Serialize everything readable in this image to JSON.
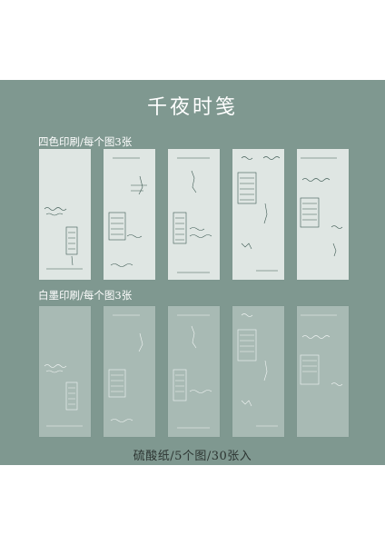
{
  "title": "千夜时笺",
  "sections": [
    {
      "label": "四色印刷/每个图3张",
      "style": "color"
    },
    {
      "label": "白墨印刷/每个图3张",
      "style": "white"
    }
  ],
  "footer": "硫酸纸/5个图/30张入",
  "colors": {
    "panel_bg": "#7f9890",
    "card_color_bg": "#dfe6e3",
    "card_white_bg": "#a8bab4",
    "ink_dark": "#3e5a53",
    "ink_white": "#f3f6f5"
  }
}
